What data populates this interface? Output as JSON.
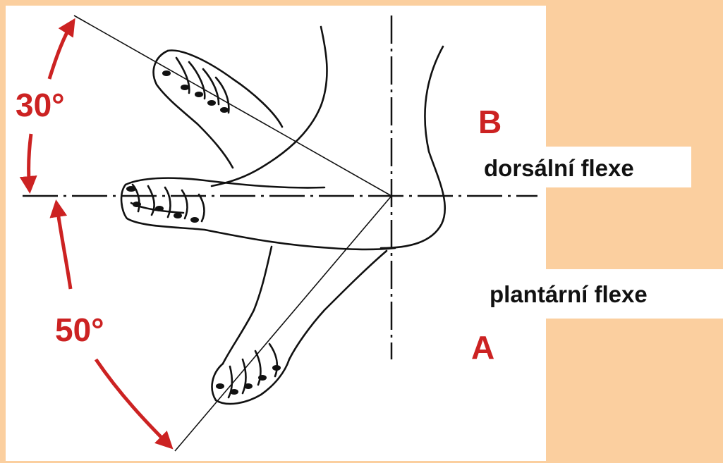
{
  "labels": {
    "angle_top": "30°",
    "angle_bottom": "50°",
    "letter_b": "B",
    "letter_a": "A",
    "dorsal": "dorsální flexe",
    "plantar": "plantární flexe"
  },
  "colors": {
    "background": "#fbcf9f",
    "panel": "#ffffff",
    "accent_red": "#cc2222",
    "line": "#111111"
  },
  "icons": {
    "top_angle_arrow": "curved-double-arrow-icon",
    "bottom_angle_arrow": "curved-double-arrow-icon"
  }
}
